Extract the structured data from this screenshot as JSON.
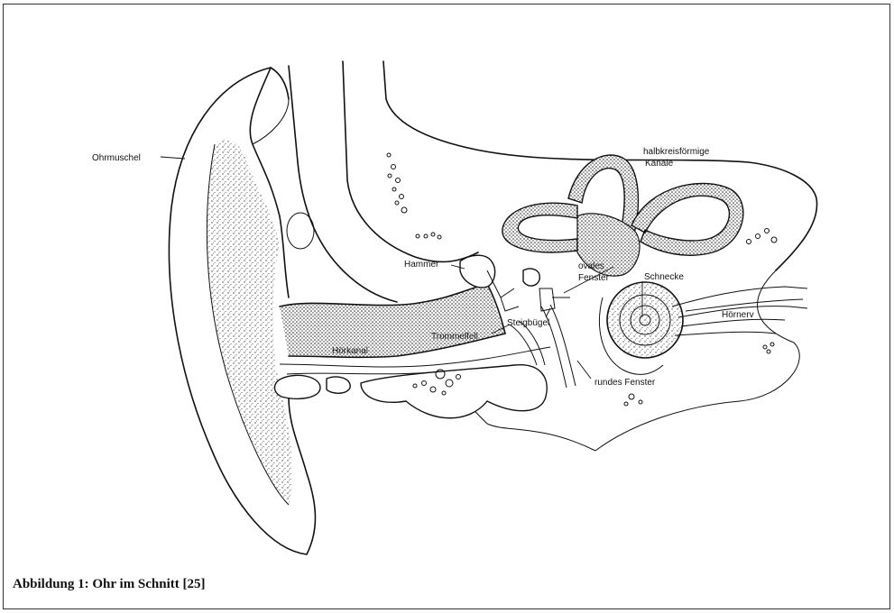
{
  "labels": {
    "ohrmuschel": "Ohrmuschel",
    "bogen_1": "halbkreisförmige",
    "bogen_2": "Kanäle",
    "hammer": "Hammer",
    "ovales_1": "ovales",
    "ovales_2": "Fenster",
    "schnecke": "Schnecke",
    "hoernerv": "Hörnerv",
    "trommelfell": "Trommelfell",
    "steigbuegel": "Steigbügel",
    "hoerkanal": "Hörkanal",
    "rundes": "rundes Fenster"
  },
  "caption": "Abbildung 1: Ohr im Schnitt [25]"
}
